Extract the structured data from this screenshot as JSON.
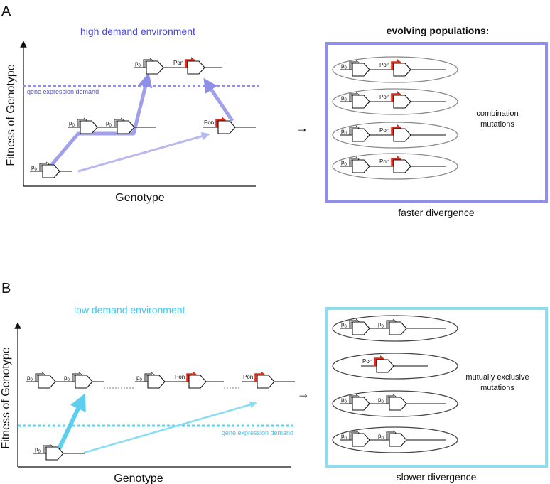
{
  "panel_a": {
    "letter": "A",
    "environment_title": "high demand environment",
    "y_axis_label": "Fitness of Genotype",
    "x_axis_label": "Genotype",
    "demand_label": "gene expression demand",
    "populations_title": "evolving populations:",
    "right_note_line1": "combination",
    "right_note_line2": "mutations",
    "divergence_label": "faster divergence",
    "accent_color": "#8f8fea",
    "box_color": "#8f8fea"
  },
  "panel_b": {
    "letter": "B",
    "environment_title": "low demand environment",
    "y_axis_label": "Fitness of Genotype",
    "x_axis_label": "Genotype",
    "demand_label": "gene expression demand",
    "right_note_line1": "mutually exclusive",
    "right_note_line2": "mutations",
    "divergence_label": "slower divergence",
    "accent_color": "#5ccfee",
    "box_color": "#8fdcf0"
  },
  "promoter_labels": {
    "p0": "p",
    "p0_sub": "0",
    "pon": "Pon"
  },
  "arrow_symbol": "→",
  "colors": {
    "promoter_on": "#e02a1a",
    "promoter_off": "#444444"
  }
}
